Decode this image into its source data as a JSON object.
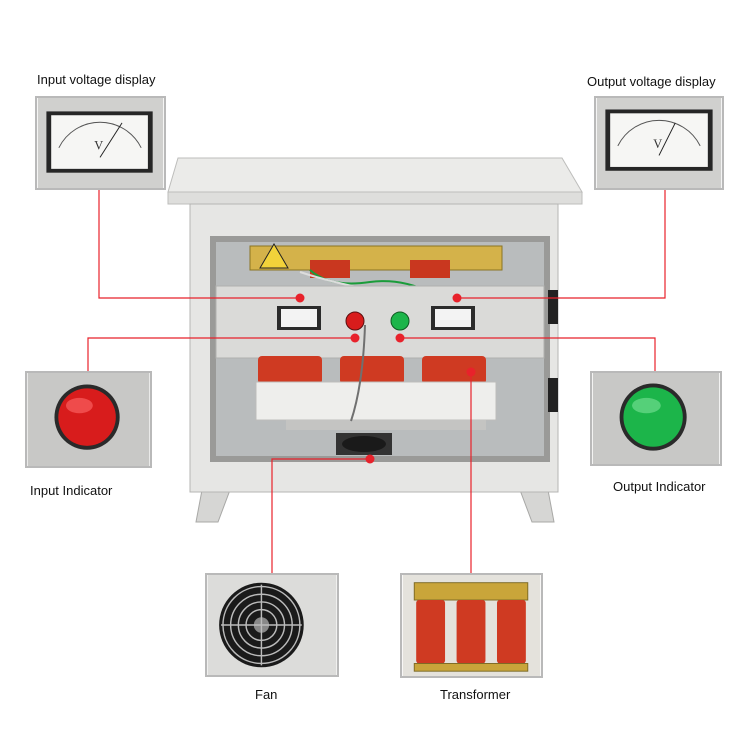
{
  "labels": {
    "input_voltage_display": "Input voltage display",
    "output_voltage_display": "Output voltage display",
    "input_indicator": "Input Indicator",
    "output_indicator": "Output Indicator",
    "fan": "Fan",
    "transformer": "Transformer"
  },
  "meter_symbol": "V",
  "colors": {
    "callout_line": "#e8222b",
    "input_indicator": "#d81c1c",
    "output_indicator": "#1cb54a",
    "cabinet": "#e4e4e2",
    "transformer_coil": "#cf3a22",
    "transformer_frame": "#c9a53a"
  },
  "icons": [
    "voltmeter-icon",
    "red-lamp-icon",
    "green-lamp-icon",
    "fan-icon",
    "transformer-icon"
  ]
}
